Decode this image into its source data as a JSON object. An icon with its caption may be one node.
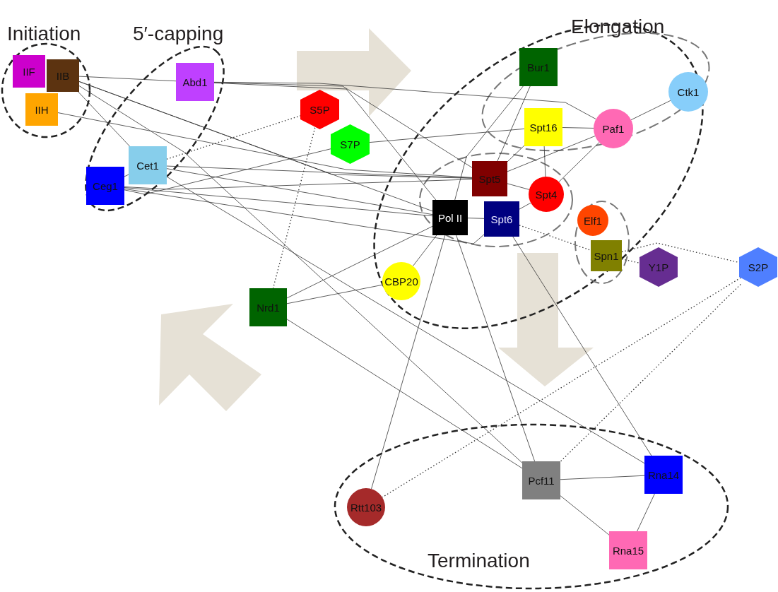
{
  "diagram": {
    "nodes": [
      {
        "text": [
          "Initiation"
        ]
      },
      {
        "text": [
          "IIF"
        ],
        "in": 0
      },
      {
        "text": [
          "IIB"
        ],
        "in": 0
      },
      {
        "text": [
          "IIH"
        ],
        "in": 0
      },
      {
        "text": [
          "5′-capping"
        ]
      },
      {
        "text": [
          "Abd1"
        ],
        "in": 4
      },
      {
        "text": [
          "Cet1"
        ],
        "in": 4
      },
      {
        "text": [
          "Ceg1"
        ],
        "in": 4
      },
      {
        "text": [
          "S5P"
        ]
      },
      {
        "text": [
          "S7P"
        ]
      },
      {
        "text": [
          "Elongation"
        ]
      },
      {
        "text": [],
        "shape": "ellipse",
        "in": 10
      },
      {
        "text": [
          "Bur1"
        ],
        "in": 11
      },
      {
        "text": [
          "Ctk1"
        ],
        "in": 11
      },
      {
        "text": [
          "Spt16"
        ],
        "in": 11
      },
      {
        "text": [
          "Paf1"
        ],
        "in": 11
      },
      {
        "text": [],
        "shape": "ellipse",
        "in": 10
      },
      {
        "text": [
          "Spt5"
        ],
        "in": 16
      },
      {
        "text": [
          "Pol II"
        ],
        "in": 16
      },
      {
        "text": [
          "Spt6"
        ],
        "in": 16
      },
      {
        "text": [
          "Spt4"
        ],
        "in": 16
      },
      {
        "text": [],
        "shape": "ellipse",
        "in": 10
      },
      {
        "text": [
          "Elf1"
        ],
        "in": 21
      },
      {
        "text": [
          "Spn1"
        ],
        "in": 21
      },
      {
        "text": [
          "Y1P"
        ]
      },
      {
        "text": [
          "S2P"
        ]
      },
      {
        "text": [
          "CBP20"
        ],
        "in": 10
      },
      {
        "text": [
          "Nrd1"
        ]
      },
      {
        "text": [
          "Termination"
        ]
      },
      {
        "text": [
          "Rtt103"
        ],
        "in": 28
      },
      {
        "text": [
          "Pcf11"
        ],
        "in": 28
      },
      {
        "text": [
          "Rna14"
        ],
        "in": 28
      },
      {
        "text": [
          "Rna15"
        ],
        "in": 28
      }
    ],
    "edges": [
      {
        "from": 2,
        "to": 5,
        "arrow": "none"
      },
      {
        "from": 2,
        "to": 17,
        "arrow": "none"
      },
      {
        "from": 2,
        "to": 18,
        "arrow": "none"
      },
      {
        "from": 2,
        "to": 6,
        "arrow": "none"
      },
      {
        "from": 2,
        "to": 30,
        "arrow": "none"
      },
      {
        "from": 3,
        "to": 17,
        "arrow": "none"
      },
      {
        "from": 5,
        "to": 15,
        "arrow": "none"
      },
      {
        "from": 5,
        "to": 17,
        "arrow": "none"
      },
      {
        "from": 5,
        "to": 18,
        "arrow": "none"
      },
      {
        "from": 6,
        "to": 7,
        "arrow": "none"
      },
      {
        "from": 6,
        "to": 8,
        "arrow": "none",
        "style": "dashed"
      },
      {
        "from": 6,
        "to": 17,
        "arrow": "none"
      },
      {
        "from": 6,
        "to": 18,
        "arrow": "none"
      },
      {
        "from": 6,
        "to": 31,
        "arrow": "none"
      },
      {
        "from": 7,
        "to": 9,
        "arrow": "none"
      },
      {
        "from": 7,
        "to": 18,
        "arrow": "none"
      },
      {
        "from": 7,
        "to": 17,
        "arrow": "none"
      },
      {
        "from": 7,
        "to": 19,
        "arrow": "none"
      },
      {
        "from": 8,
        "to": 27,
        "arrow": "none",
        "style": "dashed"
      },
      {
        "from": 9,
        "to": 14,
        "arrow": "none"
      },
      {
        "from": 12,
        "to": 18,
        "arrow": "none"
      },
      {
        "from": 12,
        "to": 17,
        "arrow": "none"
      },
      {
        "from": 13,
        "to": 15,
        "arrow": "none"
      },
      {
        "from": 14,
        "to": 15,
        "arrow": "none"
      },
      {
        "from": 14,
        "to": 17,
        "arrow": "none"
      },
      {
        "from": 14,
        "to": 20,
        "arrow": "none"
      },
      {
        "from": 15,
        "to": 17,
        "arrow": "none"
      },
      {
        "from": 15,
        "to": 20,
        "arrow": "none"
      },
      {
        "from": 17,
        "to": 20,
        "arrow": "none"
      },
      {
        "from": 18,
        "to": 19,
        "arrow": "none"
      },
      {
        "from": 19,
        "to": 20,
        "arrow": "none"
      },
      {
        "from": 19,
        "to": 23,
        "arrow": "none",
        "style": "dashed"
      },
      {
        "from": 23,
        "to": 24,
        "arrow": "none",
        "style": "dashed"
      },
      {
        "from": 23,
        "to": 25,
        "arrow": "none",
        "style": "dashed"
      },
      {
        "from": 18,
        "to": 26,
        "arrow": "none"
      },
      {
        "from": 18,
        "to": 27,
        "arrow": "none"
      },
      {
        "from": 18,
        "to": 29,
        "arrow": "none"
      },
      {
        "from": 18,
        "to": 30,
        "arrow": "none"
      },
      {
        "from": 19,
        "to": 31,
        "arrow": "none"
      },
      {
        "from": 26,
        "to": 27,
        "arrow": "none"
      },
      {
        "from": 27,
        "to": 30,
        "arrow": "none"
      },
      {
        "from": 25,
        "to": 29,
        "arrow": "none",
        "style": "dashed"
      },
      {
        "from": 25,
        "to": 30,
        "arrow": "none",
        "style": "dashed"
      },
      {
        "from": 30,
        "to": 31,
        "arrow": "none"
      },
      {
        "from": 30,
        "to": 32,
        "arrow": "none"
      },
      {
        "from": 31,
        "to": 32,
        "arrow": "none"
      }
    ]
  }
}
